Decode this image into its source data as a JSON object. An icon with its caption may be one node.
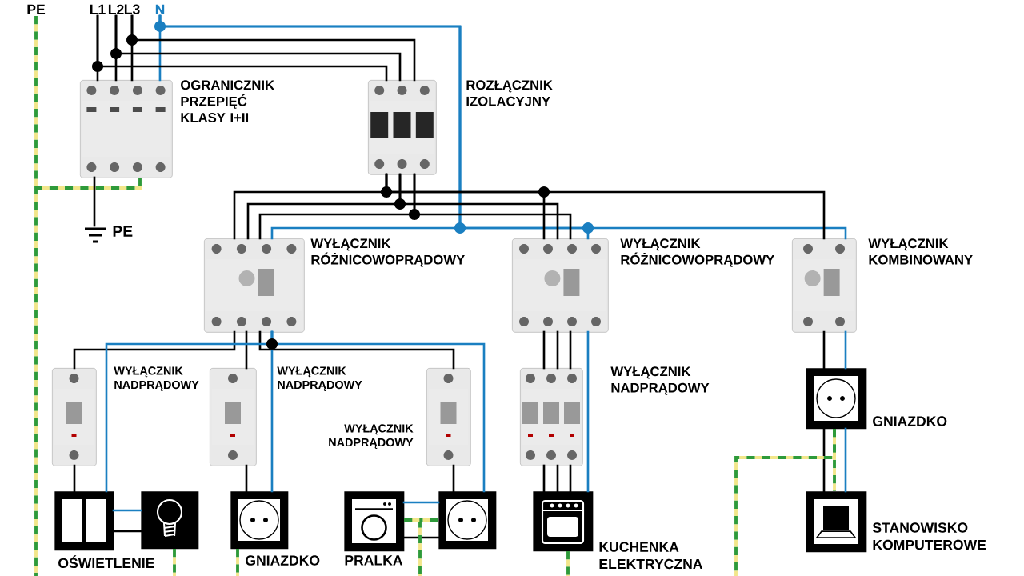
{
  "diagram": {
    "nodes": [
      {
        "text": [
          "PE"
        ]
      },
      {
        "text": [
          "L1"
        ]
      },
      {
        "text": [
          "L2"
        ]
      },
      {
        "text": [
          "L3"
        ]
      },
      {
        "text": [
          "N"
        ]
      },
      {
        "text": [
          "OGRANICZNIK PRZEPIĘĆ KLASY I+II"
        ]
      },
      {
        "text": [
          "ROZŁĄCZNIK IZOLACYJNY"
        ]
      },
      {
        "text": [
          "PE"
        ]
      },
      {
        "text": [
          "WYŁĄCZNIK RÓŻNICOWOPRĄDOWY"
        ]
      },
      {
        "text": [
          "WYŁĄCZNIK RÓŻNICOWOPRĄDOWY"
        ]
      },
      {
        "text": [
          "WYŁĄCZNIK KOMBINOWANY"
        ]
      },
      {
        "text": [
          "WYŁĄCZNIK NADPRĄDOWY"
        ]
      },
      {
        "text": [
          "WYŁĄCZNIK NADPRĄDOWY"
        ]
      },
      {
        "text": [
          "WYŁĄCZNIK NADPRĄDOWY"
        ]
      },
      {
        "text": [
          "WYŁĄCZNIK NADPRĄDOWY"
        ]
      },
      {
        "text": [],
        "shape": "picture",
        "beside": [
          "GNIAZDKO"
        ]
      },
      {
        "text": [],
        "shape": "picture",
        "beside": [
          "OŚWIETLENIE"
        ]
      },
      {
        "text": [],
        "shape": "picture"
      },
      {
        "text": [],
        "shape": "picture",
        "beside": [
          "GNIAZDKO"
        ]
      },
      {
        "text": [],
        "shape": "picture",
        "beside": [
          "PRALKA"
        ]
      },
      {
        "text": [],
        "shape": "picture"
      },
      {
        "text": [],
        "shape": "picture",
        "beside": [
          "KUCHENKA ELEKTRYCZNA"
        ]
      },
      {
        "text": [],
        "shape": "picture",
        "beside": [
          "STANOWISKO KOMPUTEROWE"
        ]
      }
    ],
    "edges": [
      {
        "from": 1,
        "to": 5,
        "arrow": "none"
      },
      {
        "from": 2,
        "to": 5,
        "arrow": "none"
      },
      {
        "from": 3,
        "to": 5,
        "arrow": "none"
      },
      {
        "from": 4,
        "to": 5,
        "arrow": "none",
        "color": "#1a7fc1"
      },
      {
        "from": 1,
        "to": 6,
        "arrow": "none"
      },
      {
        "from": 2,
        "to": 6,
        "arrow": "none"
      },
      {
        "from": 3,
        "to": 6,
        "arrow": "none"
      },
      {
        "from": 4,
        "to": 8,
        "arrow": "none",
        "color": "#1a7fc1"
      },
      {
        "from": 4,
        "to": 9,
        "arrow": "none",
        "color": "#1a7fc1"
      },
      {
        "from": 4,
        "to": 10,
        "arrow": "none",
        "color": "#1a7fc1"
      },
      {
        "from": 0,
        "to": null,
        "arrow": "none",
        "style": "dashed",
        "color": "#2e9a3a"
      },
      {
        "from": 5,
        "to": null,
        "arrow": "none",
        "style": "dashed",
        "color": "#2e9a3a"
      },
      {
        "from": 5,
        "to": 7,
        "arrow": "none"
      },
      {
        "from": 6,
        "to": 8,
        "arrow": "none"
      },
      {
        "from": 6,
        "to": 8,
        "arrow": "none"
      },
      {
        "from": 6,
        "to": 8,
        "arrow": "none"
      },
      {
        "from": 6,
        "to": 9,
        "arrow": "none"
      },
      {
        "from": 6,
        "to": 9,
        "arrow": "none"
      },
      {
        "from": 6,
        "to": 9,
        "arrow": "none"
      },
      {
        "from": 6,
        "to": 10,
        "arrow": "none"
      },
      {
        "from": 8,
        "to": 11,
        "arrow": "none"
      },
      {
        "from": 8,
        "to": 12,
        "arrow": "none"
      },
      {
        "from": 8,
        "to": 13,
        "arrow": "none"
      },
      {
        "from": 8,
        "to": 16,
        "arrow": "none",
        "color": "#1a7fc1"
      },
      {
        "from": 8,
        "to": 18,
        "arrow": "none",
        "color": "#1a7fc1"
      },
      {
        "from": 8,
        "to": 20,
        "arrow": "none",
        "color": "#1a7fc1"
      },
      {
        "from": 9,
        "to": 14,
        "arrow": "none"
      },
      {
        "from": 9,
        "to": 14,
        "arrow": "none"
      },
      {
        "from": 9,
        "to": 14,
        "arrow": "none"
      },
      {
        "from": 9,
        "to": 21,
        "arrow": "none",
        "color": "#1a7fc1"
      },
      {
        "from": 10,
        "to": 15,
        "arrow": "none"
      },
      {
        "from": 10,
        "to": 15,
        "arrow": "none",
        "color": "#1a7fc1"
      },
      {
        "from": 11,
        "to": 16,
        "arrow": "none"
      },
      {
        "from": 12,
        "to": 18,
        "arrow": "none"
      },
      {
        "from": 13,
        "to": 20,
        "arrow": "none"
      },
      {
        "from": 14,
        "to": 21,
        "arrow": "none"
      },
      {
        "from": 14,
        "to": 21,
        "arrow": "none"
      },
      {
        "from": 14,
        "to": 21,
        "arrow": "none"
      },
      {
        "from": 16,
        "to": 17,
        "arrow": "none",
        "color": "#1a7fc1"
      },
      {
        "from": 16,
        "to": 17,
        "arrow": "none"
      },
      {
        "from": 20,
        "to": 19,
        "arrow": "none",
        "color": "#1a7fc1"
      },
      {
        "from": 20,
        "to": 19,
        "arrow": "none"
      },
      {
        "from": 20,
        "to": 19,
        "arrow": "none",
        "style": "dashed",
        "color": "#2e9a3a"
      },
      {
        "from": 19,
        "to": null,
        "arrow": "none",
        "style": "dashed",
        "color": "#2e9a3a"
      },
      {
        "from": 15,
        "to": 22,
        "arrow": "none"
      },
      {
        "from": 15,
        "to": 22,
        "arrow": "none",
        "color": "#1a7fc1"
      },
      {
        "from": 15,
        "to": 22,
        "arrow": "none",
        "style": "dashed",
        "color": "#2e9a3a"
      },
      {
        "from": 15,
        "to": null,
        "arrow": "none",
        "style": "dashed",
        "color": "#2e9a3a"
      },
      {
        "from": 17,
        "to": null,
        "arrow": "none",
        "style": "dashed",
        "color": "#2e9a3a"
      },
      {
        "from": 18,
        "to": null,
        "arrow": "none",
        "style": "dashed",
        "color": "#2e9a3a"
      },
      {
        "from": 21,
        "to": null,
        "arrow": "none",
        "style": "dashed",
        "color": "#2e9a3a"
      }
    ]
  }
}
